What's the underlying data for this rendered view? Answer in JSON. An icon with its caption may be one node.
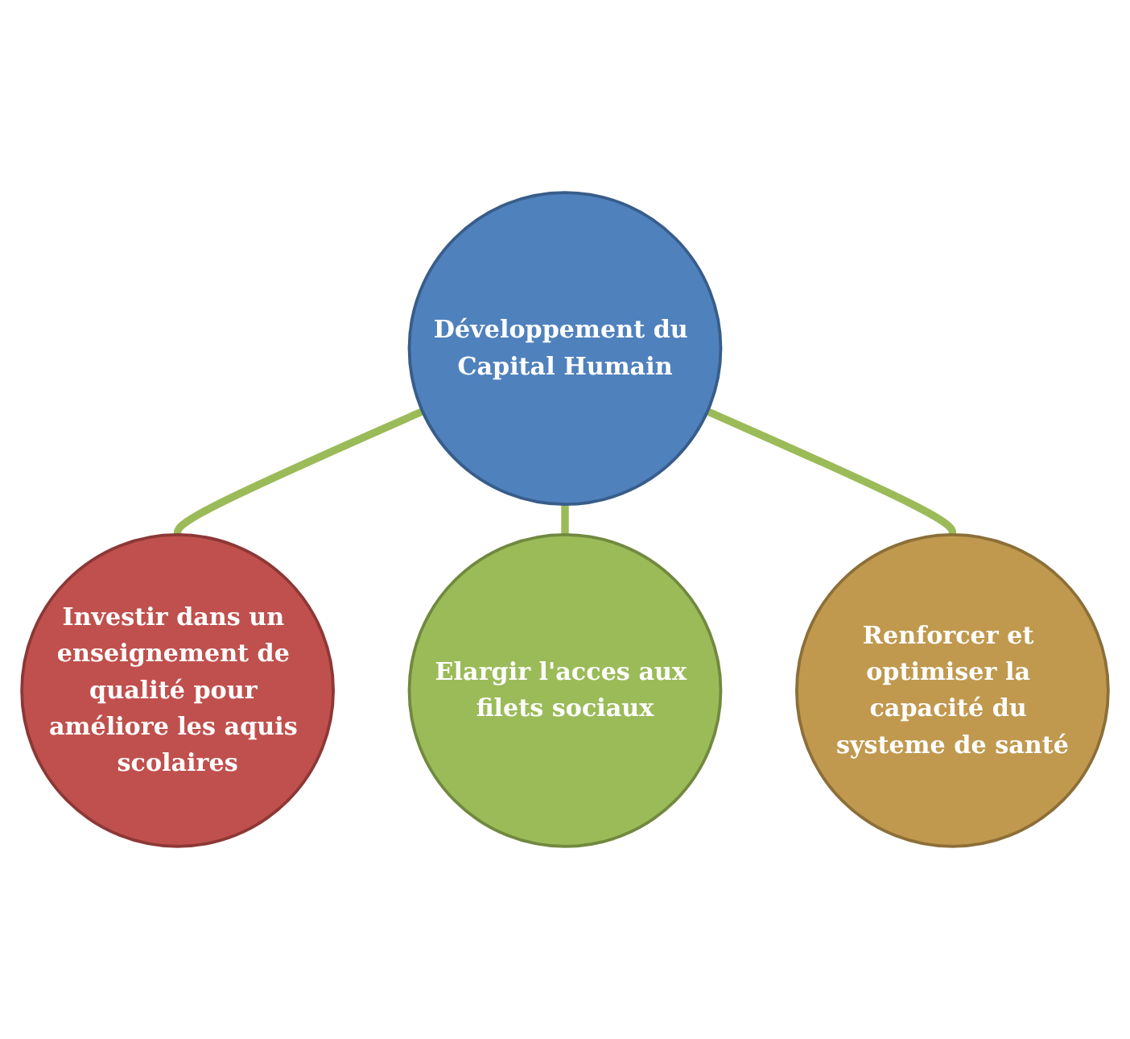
{
  "diagram": {
    "nodes": [
      {
        "text": [
          "Investir dans un enseignement de qualité pour améliore les aquis scolaires"
        ]
      },
      {
        "text": [
          "Développement du Capital Humain"
        ]
      },
      {
        "text": [
          "Elargir l'acces aux filets sociaux"
        ]
      },
      {
        "text": [
          "Renforcer et optimiser la capacité du systeme de santé"
        ]
      }
    ],
    "edges": [
      {
        "from": 1,
        "to": 0,
        "arrow": "none"
      },
      {
        "from": 1,
        "to": 2,
        "arrow": "none"
      },
      {
        "from": 1,
        "to": 3,
        "arrow": "none"
      }
    ]
  }
}
